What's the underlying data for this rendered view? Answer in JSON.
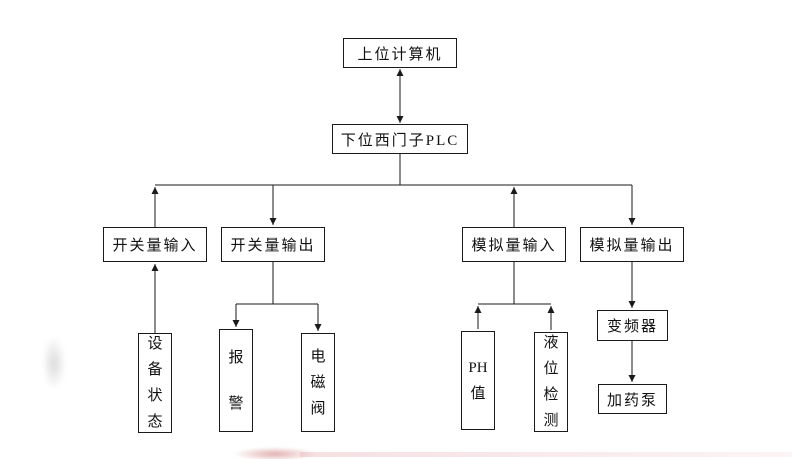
{
  "nodes": {
    "upper_computer": {
      "label": "上位计算机"
    },
    "plc": {
      "label": "下位西门子PLC"
    },
    "digital_input": {
      "label": "开关量输入"
    },
    "digital_output": {
      "label": "开关量输出"
    },
    "analog_input": {
      "label": "模拟量输入"
    },
    "analog_output": {
      "label": "模拟量输出"
    },
    "device_status": {
      "label": "设\n备\n状\n态"
    },
    "alarm": {
      "label": "报\n警"
    },
    "solenoid_valve": {
      "label": "电\n磁\n阀"
    },
    "ph_value": {
      "label": "PH\n值"
    },
    "level_detection": {
      "label": "液\n位\n检\n测"
    },
    "frequency_converter": {
      "label": "变频器"
    },
    "dosing_pump": {
      "label": "加药泵"
    }
  },
  "edges": [
    {
      "from": "upper_computer",
      "to": "plc",
      "direction": "both"
    },
    {
      "from": "digital_input",
      "to": "plc",
      "direction": "up"
    },
    {
      "from": "plc",
      "to": "digital_output",
      "direction": "down"
    },
    {
      "from": "analog_input",
      "to": "plc",
      "direction": "up"
    },
    {
      "from": "plc",
      "to": "analog_output",
      "direction": "down"
    },
    {
      "from": "device_status",
      "to": "digital_input",
      "direction": "up"
    },
    {
      "from": "digital_output",
      "to": "alarm",
      "direction": "down"
    },
    {
      "from": "digital_output",
      "to": "solenoid_valve",
      "direction": "down"
    },
    {
      "from": "ph_value",
      "to": "analog_input",
      "direction": "up"
    },
    {
      "from": "level_detection",
      "to": "analog_input",
      "direction": "up"
    },
    {
      "from": "analog_output",
      "to": "frequency_converter",
      "direction": "down"
    },
    {
      "from": "frequency_converter",
      "to": "dosing_pump",
      "direction": "down"
    }
  ],
  "colors": {
    "line": "#1a1a1a",
    "box_border": "#1a1a1a",
    "background": "#ffffff"
  }
}
